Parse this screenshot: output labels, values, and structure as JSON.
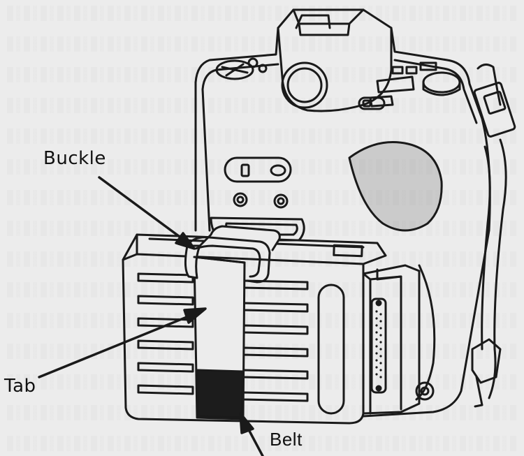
{
  "labels": {
    "buckle": "Buckle",
    "tab": "Tab",
    "belt": "Belt"
  },
  "colors": {
    "background": "#ececec",
    "line": "#1a1a1a",
    "belt_fill": "#1c1c1c"
  },
  "icons": [
    "camera-illustration",
    "buckle-icon",
    "tab-icon",
    "belt-icon",
    "connector-port-icon"
  ]
}
